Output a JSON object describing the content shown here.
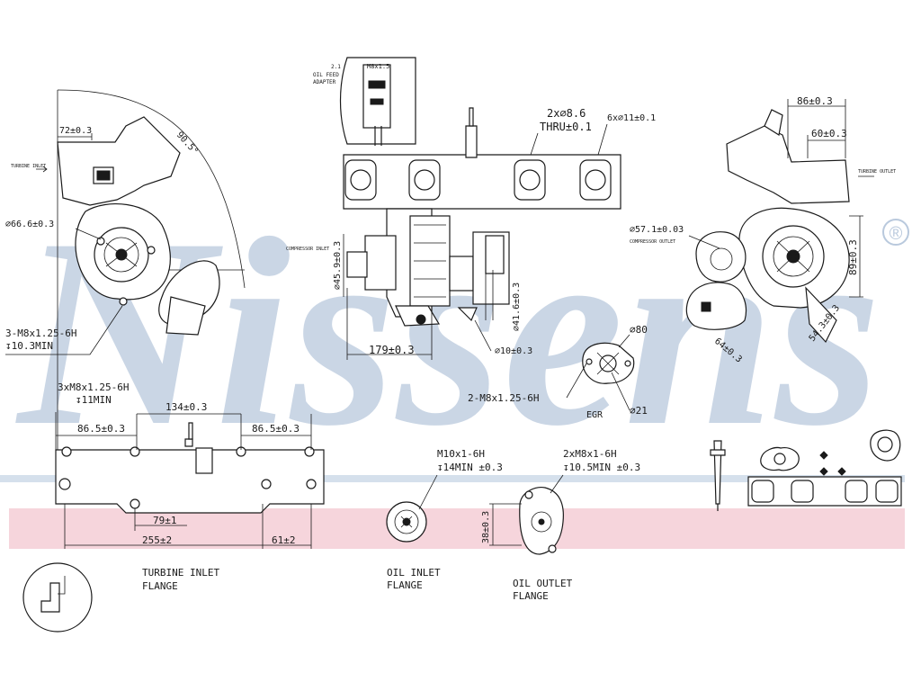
{
  "watermark": {
    "brand": "Nissens",
    "registered_mark": "®",
    "colors": {
      "brand_blue": "#b9c9dd",
      "band_blue": "#d5e0ec",
      "band_pink": "#f6d5dc"
    }
  },
  "top_left_view": {
    "dims": [
      "72±0.3",
      "90.5°",
      "⌀66.6±0.3",
      "3-M8x1.25-6H",
      "↧10.3MIN"
    ],
    "labels": [
      "TURBINE INLET"
    ]
  },
  "top_center_view": {
    "dims": [
      "M8x1.5",
      "2x⌀8.6",
      "THRU±0.1",
      "6x⌀11±0.1",
      "⌀45.9±0.3",
      "179±0.3",
      "⌀41.6±0.3",
      "⌀10±0.3",
      "⌀80",
      "2-M8x1.25-6H",
      "⌀21"
    ],
    "labels": [
      "2.1",
      "OIL FEED",
      "ADAPTER",
      "COMPRESSOR INLET",
      "EGR"
    ]
  },
  "top_right_view": {
    "dims": [
      "86±0.3",
      "60±0.3",
      "⌀57.1±0.03",
      "89±0.3",
      "54.3±0.3",
      "64±0.3"
    ],
    "labels": [
      "TURBINE OUTLET",
      "COMPRESSOR OUTLET"
    ]
  },
  "turbine_flange": {
    "title": [
      "TURBINE INLET",
      "FLANGE"
    ],
    "dims": [
      "3xM8x1.25-6H",
      "↧11MIN",
      "134±0.3",
      "86.5±0.3",
      "86.5±0.3",
      "79±1",
      "255±2",
      "61±2"
    ]
  },
  "oil_inlet": {
    "title": [
      "OIL INLET",
      "FLANGE"
    ],
    "dims": [
      "M10x1-6H",
      "↧14MIN ±0.3"
    ]
  },
  "oil_outlet": {
    "title": [
      "OIL OUTLET",
      "FLANGE"
    ],
    "dims": [
      "2xM8x1-6H",
      "↧10.5MIN ±0.3",
      "38±0.3"
    ]
  }
}
